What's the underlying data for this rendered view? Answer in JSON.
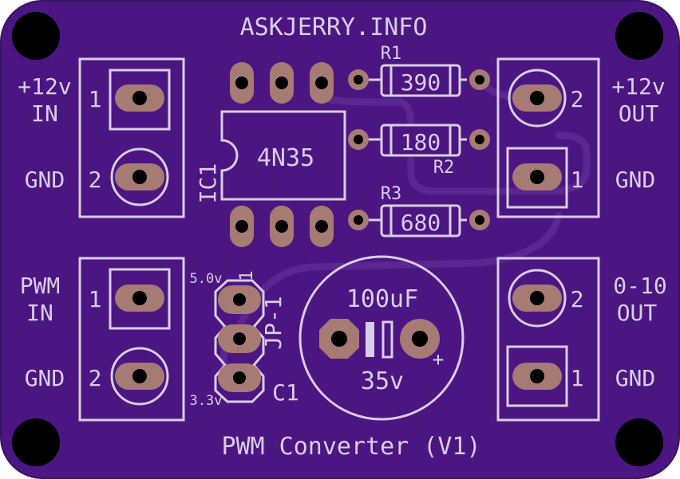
{
  "board": {
    "header": "ASKJERRY.INFO",
    "footer": "PWM Converter (V1)",
    "colors": {
      "substrate": "#4b1681",
      "edge": "#3a1166",
      "silkscreen": "#d8cde6",
      "trace": "#5a2692",
      "copper_pad": "#a57b74",
      "drill": "#000000"
    }
  },
  "connectors": {
    "power_in": {
      "label_top": "+12v",
      "label_bottom": "IN",
      "pin1": "1",
      "pin2": "2",
      "gnd": "GND"
    },
    "pwm_in": {
      "label_top": "PWM",
      "label_bottom": "IN",
      "pin1": "1",
      "pin2": "2",
      "gnd": "GND"
    },
    "power_out": {
      "label_top": "+12v",
      "label_bottom": "OUT",
      "pin1": "1",
      "pin2": "2",
      "gnd": "GND"
    },
    "analog_out": {
      "label_top": "0-10",
      "label_bottom": "OUT",
      "pin1": "1",
      "pin2": "2",
      "gnd": "GND"
    }
  },
  "ic": {
    "ref": "IC1",
    "part": "4N35"
  },
  "resistors": [
    {
      "ref": "R1",
      "value": "390"
    },
    {
      "ref": "R2",
      "value": "180"
    },
    {
      "ref": "R3",
      "value": "680"
    }
  ],
  "jumper": {
    "ref": "JP-1",
    "pin": "1",
    "top_label": "5.0v",
    "bottom_label": "3.3v"
  },
  "capacitor": {
    "ref": "C1",
    "value": "100uF",
    "voltage": "35v",
    "polarity": "+"
  }
}
